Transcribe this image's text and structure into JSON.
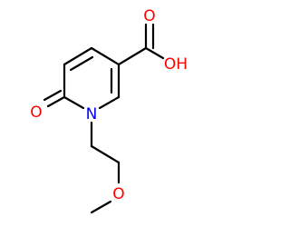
{
  "molecule": {
    "atoms": {
      "carboxyl_oh": "OH",
      "carbonyl_o": "O",
      "ring_n": "N",
      "ether_o": "O"
    },
    "colors": {
      "bond": "#000000",
      "oxygen": "#ff0000",
      "nitrogen": "#0000ff",
      "background": "#ffffff"
    }
  }
}
